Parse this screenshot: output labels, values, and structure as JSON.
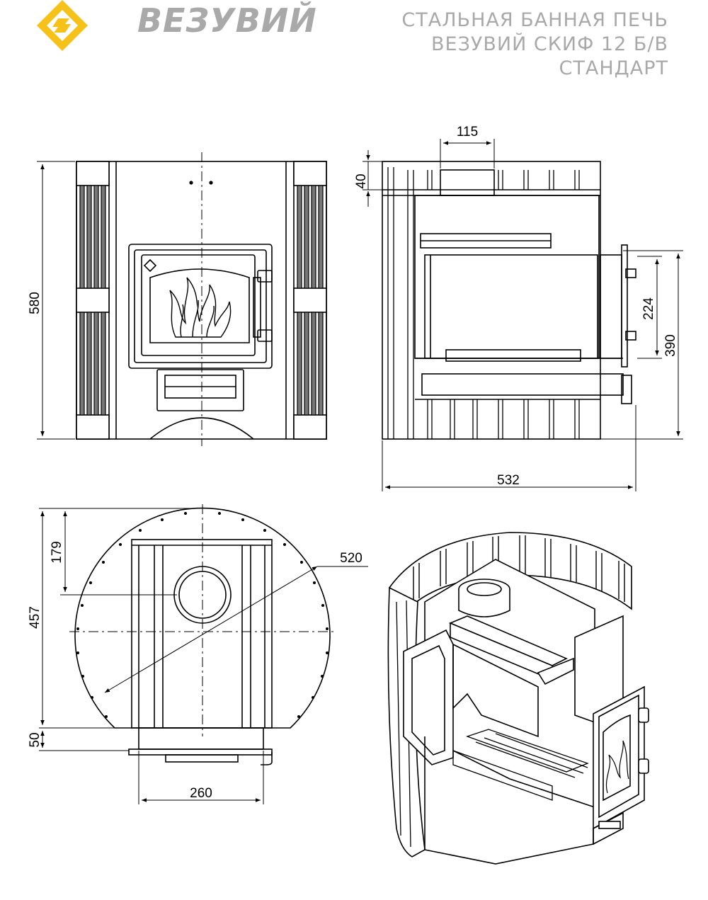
{
  "brand": {
    "name": "ВЕЗУВИЙ",
    "logo_color": "#f6c21a",
    "text_color": "#a9a9a9"
  },
  "title": {
    "line1": "СТАЛЬНАЯ БАННАЯ ПЕЧЬ",
    "line2": "ВЕЗУВИЙ СКИФ 12 Б/В",
    "line3": "СТАНДАРТ"
  },
  "dimensions": {
    "front_height": "580",
    "side_chimney_width": "115",
    "side_top_offset": "40",
    "side_door_height": "224",
    "side_door_center_height": "390",
    "side_depth": "532",
    "top_chimney_offset": "179",
    "top_depth": "457",
    "top_diameter": "520",
    "top_door_projection": "50",
    "top_door_width": "260"
  },
  "views": [
    "front-view",
    "side-section-view",
    "top-view",
    "isometric-cutaway-view"
  ]
}
